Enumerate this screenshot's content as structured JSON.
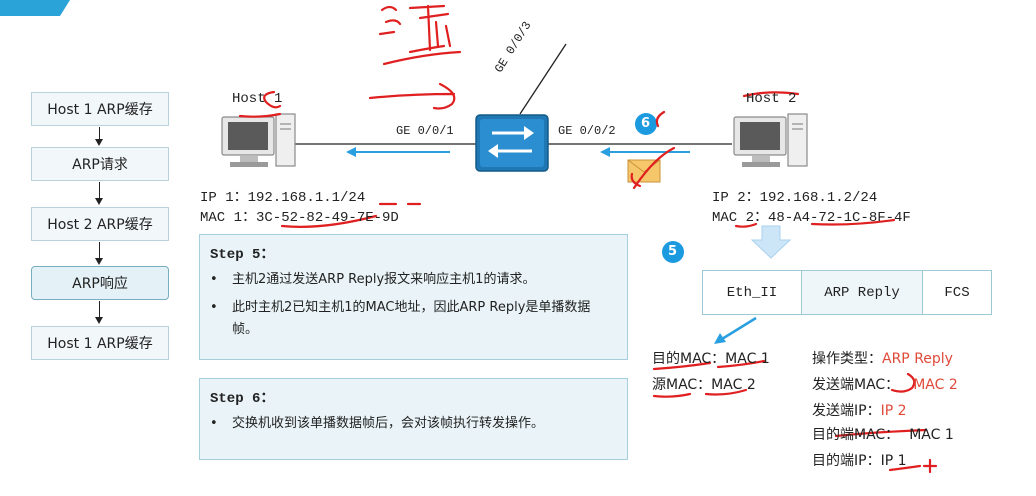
{
  "flow": [
    "Host 1 ARP缓存",
    "ARP请求",
    "Host 2 ARP缓存",
    "ARP响应",
    "Host 1 ARP缓存"
  ],
  "hosts": {
    "h1": {
      "name": "Host 1",
      "ip": "IP 1：192.168.1.1/24",
      "mac": "MAC 1：3C-52-82-49-7E-9D"
    },
    "h2": {
      "name": "Host 2",
      "ip": "IP 2：192.168.1.2/24",
      "mac": "MAC 2：48-A4-72-1C-8F-4F"
    }
  },
  "ports": {
    "left": "GE 0/0/1",
    "right": "GE 0/0/2",
    "up": "GE 0/0/3"
  },
  "badges": {
    "b6": "6",
    "b5": "5"
  },
  "step5": {
    "title": "Step 5：",
    "lines": [
      "主机2通过发送ARP Reply报文来响应主机1的请求。",
      "此时主机2已知主机1的MAC地址，因此ARP Reply是单播数据帧。"
    ]
  },
  "step6": {
    "title": "Step 6：",
    "lines": [
      "交换机收到该单播数据帧后，会对该帧执行转发操作。"
    ]
  },
  "frame": {
    "f1": "Eth_II",
    "f2": "ARP Reply",
    "f3": "FCS"
  },
  "eth": {
    "dst": "目的MAC：MAC 1",
    "src": "源MAC：MAC 2"
  },
  "arp": [
    {
      "label": "操作类型：",
      "value": "ARP Reply"
    },
    {
      "label": "发送端MAC：",
      "value": "MAC 2"
    },
    {
      "label": "发送端IP：",
      "value": "IP 2"
    },
    {
      "label": "目的端MAC：",
      "value": "MAC 1"
    },
    {
      "label": "目的端IP：",
      "value": "IP 1"
    }
  ],
  "handwriting": "请",
  "colors": {
    "accent": "#29a3e0",
    "annotation": "#e02020",
    "frame_border": "#9fc8d6",
    "value_red": "#e04a3a"
  }
}
